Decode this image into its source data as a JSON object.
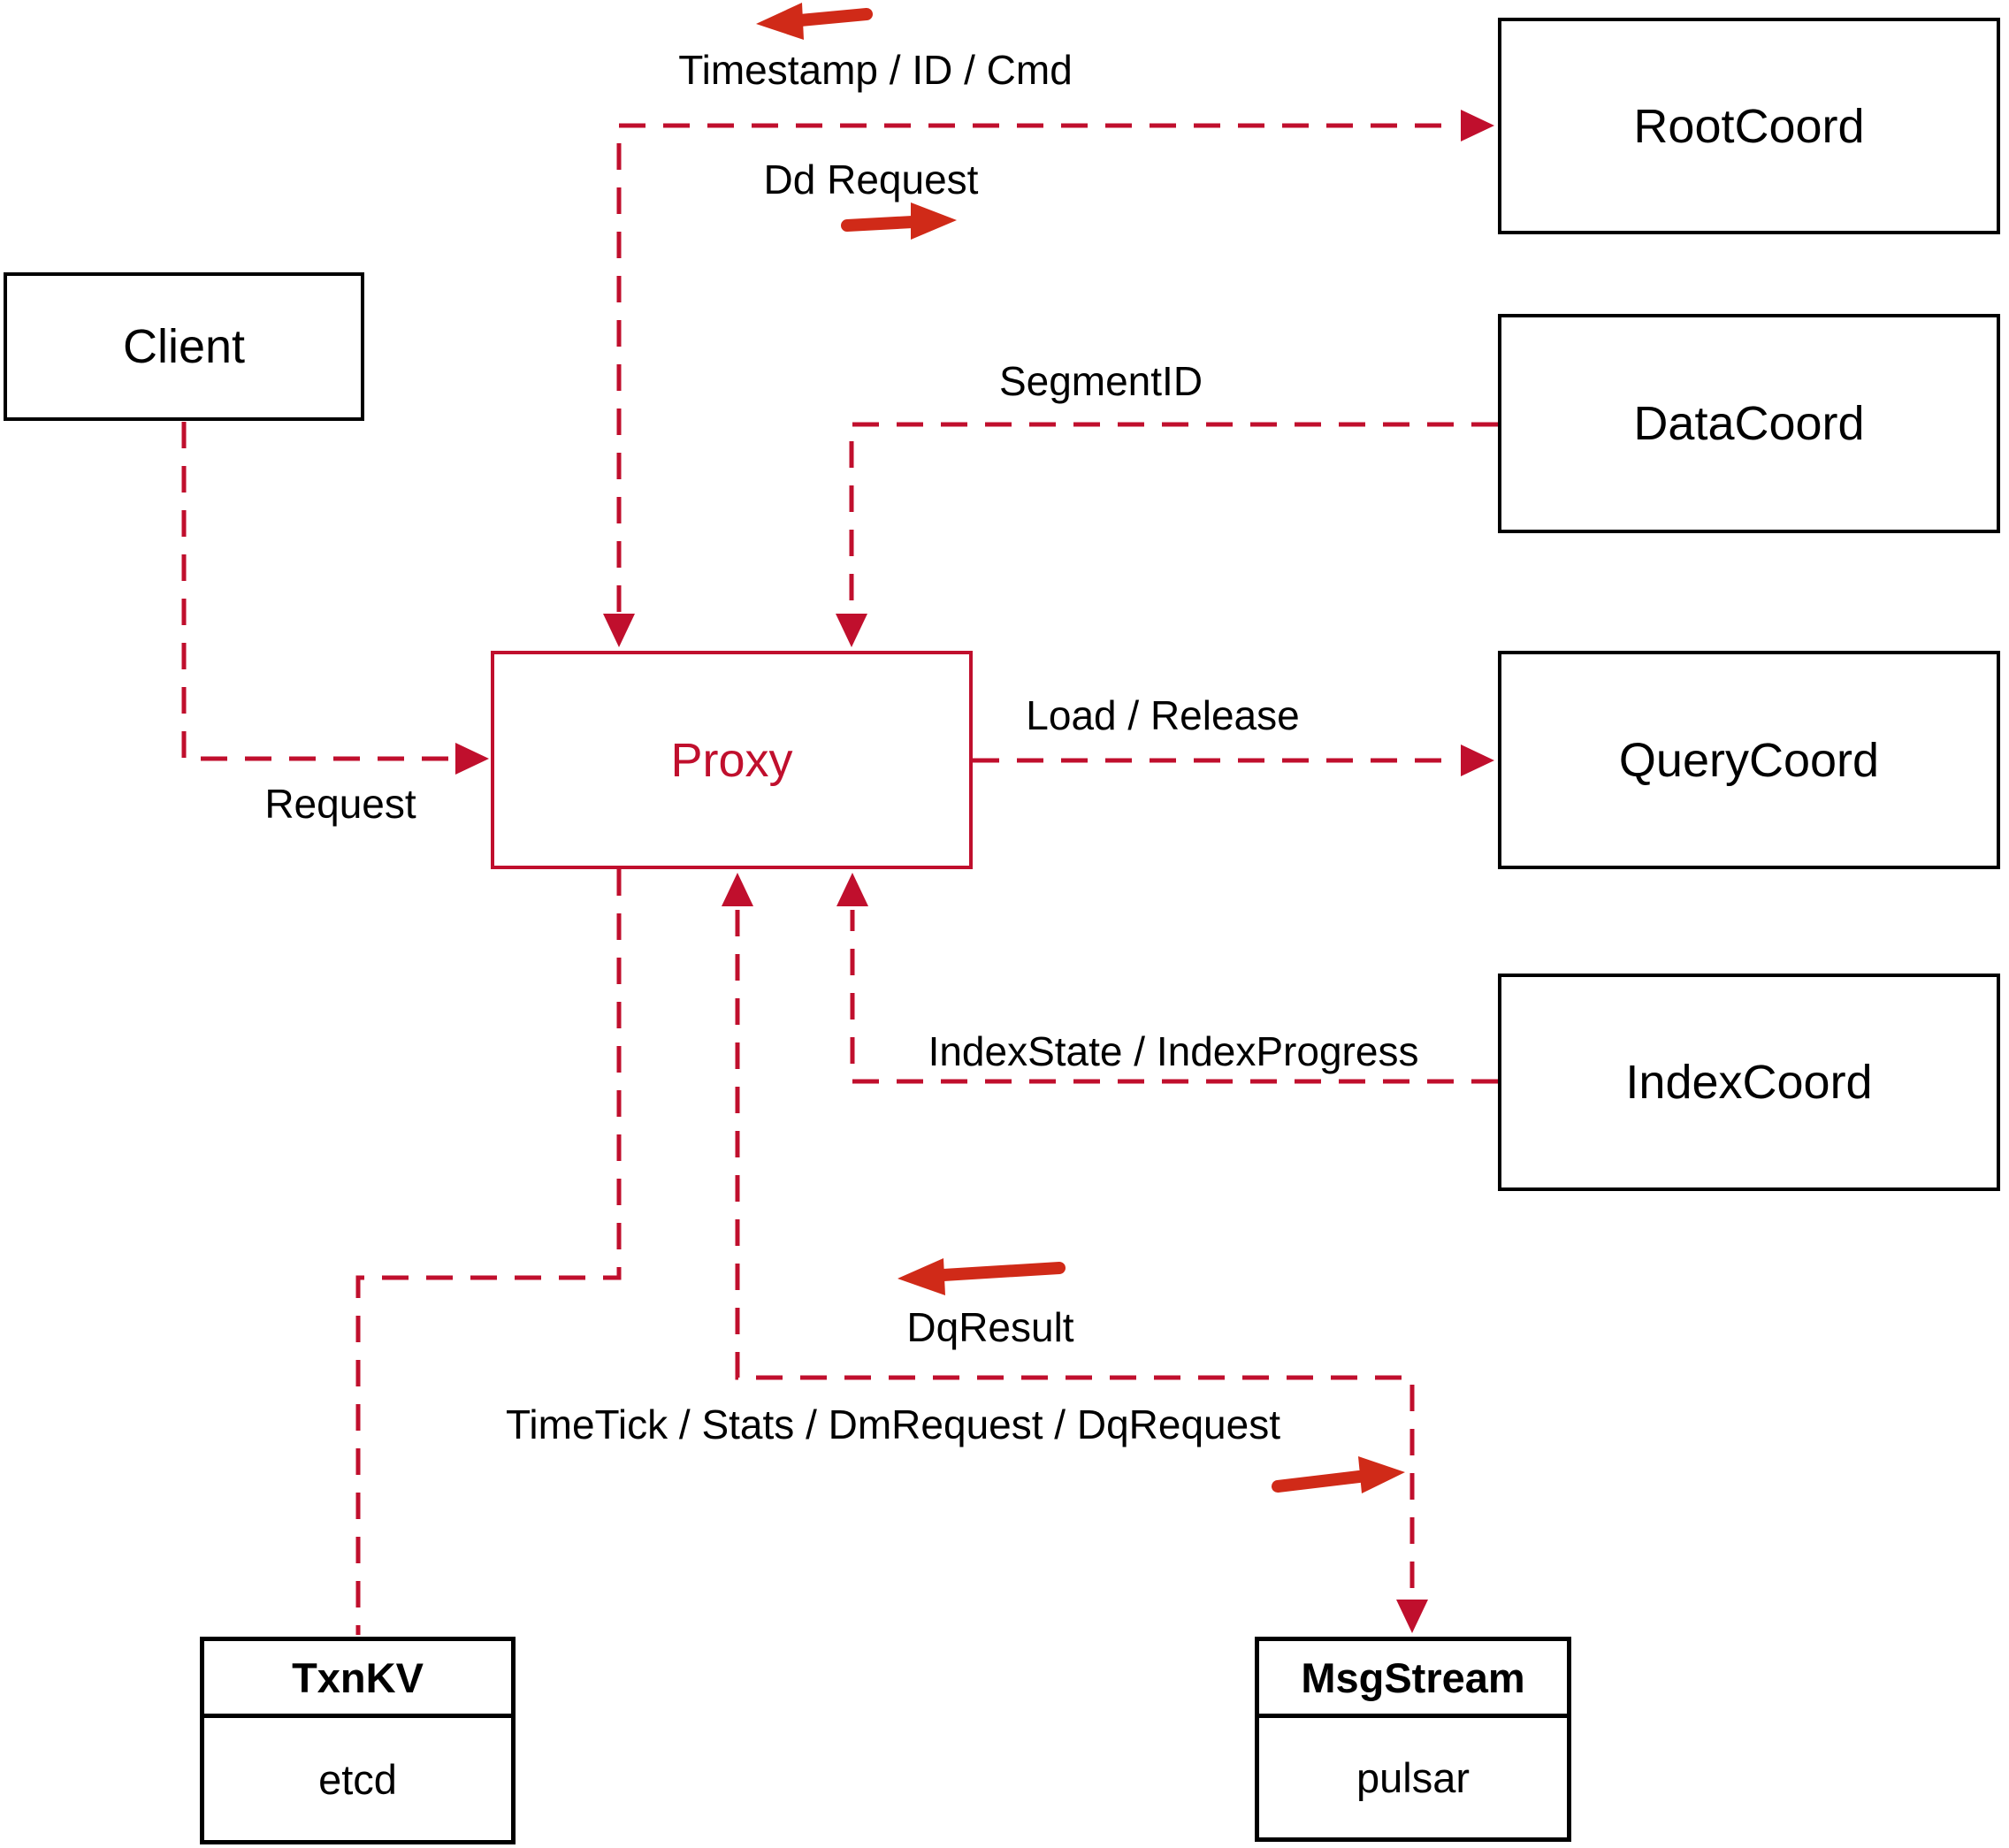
{
  "diagram": {
    "title": "Proxy architecture diagram",
    "colors": {
      "dashed_line": "#c00f2d",
      "solid_arrow": "#d02a18",
      "box_border": "#000000",
      "text": "#000000",
      "proxy_accent": "#c00f2d",
      "background": "#ffffff"
    },
    "nodes": {
      "client": {
        "label": "Client"
      },
      "proxy": {
        "label": "Proxy"
      },
      "rootcoord": {
        "label": "RootCoord"
      },
      "datacoord": {
        "label": "DataCoord"
      },
      "querycoord": {
        "label": "QueryCoord"
      },
      "indexcoord": {
        "label": "IndexCoord"
      },
      "txnkv": {
        "title": "TxnKV",
        "subtitle": "etcd"
      },
      "msgstream": {
        "title": "MsgStream",
        "subtitle": "pulsar"
      }
    },
    "edge_labels": {
      "request": "Request",
      "timestamp": "Timestamp / ID / Cmd",
      "dd_request": "Dd Request",
      "segment_id": "SegmentID",
      "load_release": "Load / Release",
      "index_state": "IndexState / IndexProgress",
      "dq_result": "DqResult",
      "timetick": "TimeTick / Stats / DmRequest / DqRequest"
    },
    "edges": [
      {
        "from": "client",
        "to": "proxy",
        "label": "Request"
      },
      {
        "from": "proxy",
        "to": "rootcoord",
        "label": "Timestamp / ID / Cmd (in), Dd Request (out)"
      },
      {
        "from": "datacoord",
        "to": "proxy",
        "label": "SegmentID"
      },
      {
        "from": "proxy",
        "to": "querycoord",
        "label": "Load / Release"
      },
      {
        "from": "indexcoord",
        "to": "proxy",
        "label": "IndexState / IndexProgress"
      },
      {
        "from": "proxy",
        "to": "txnkv",
        "label": ""
      },
      {
        "from": "proxy",
        "to": "msgstream",
        "label": "TimeTick / Stats / DmRequest / DqRequest (out), DqResult (in)"
      }
    ]
  }
}
